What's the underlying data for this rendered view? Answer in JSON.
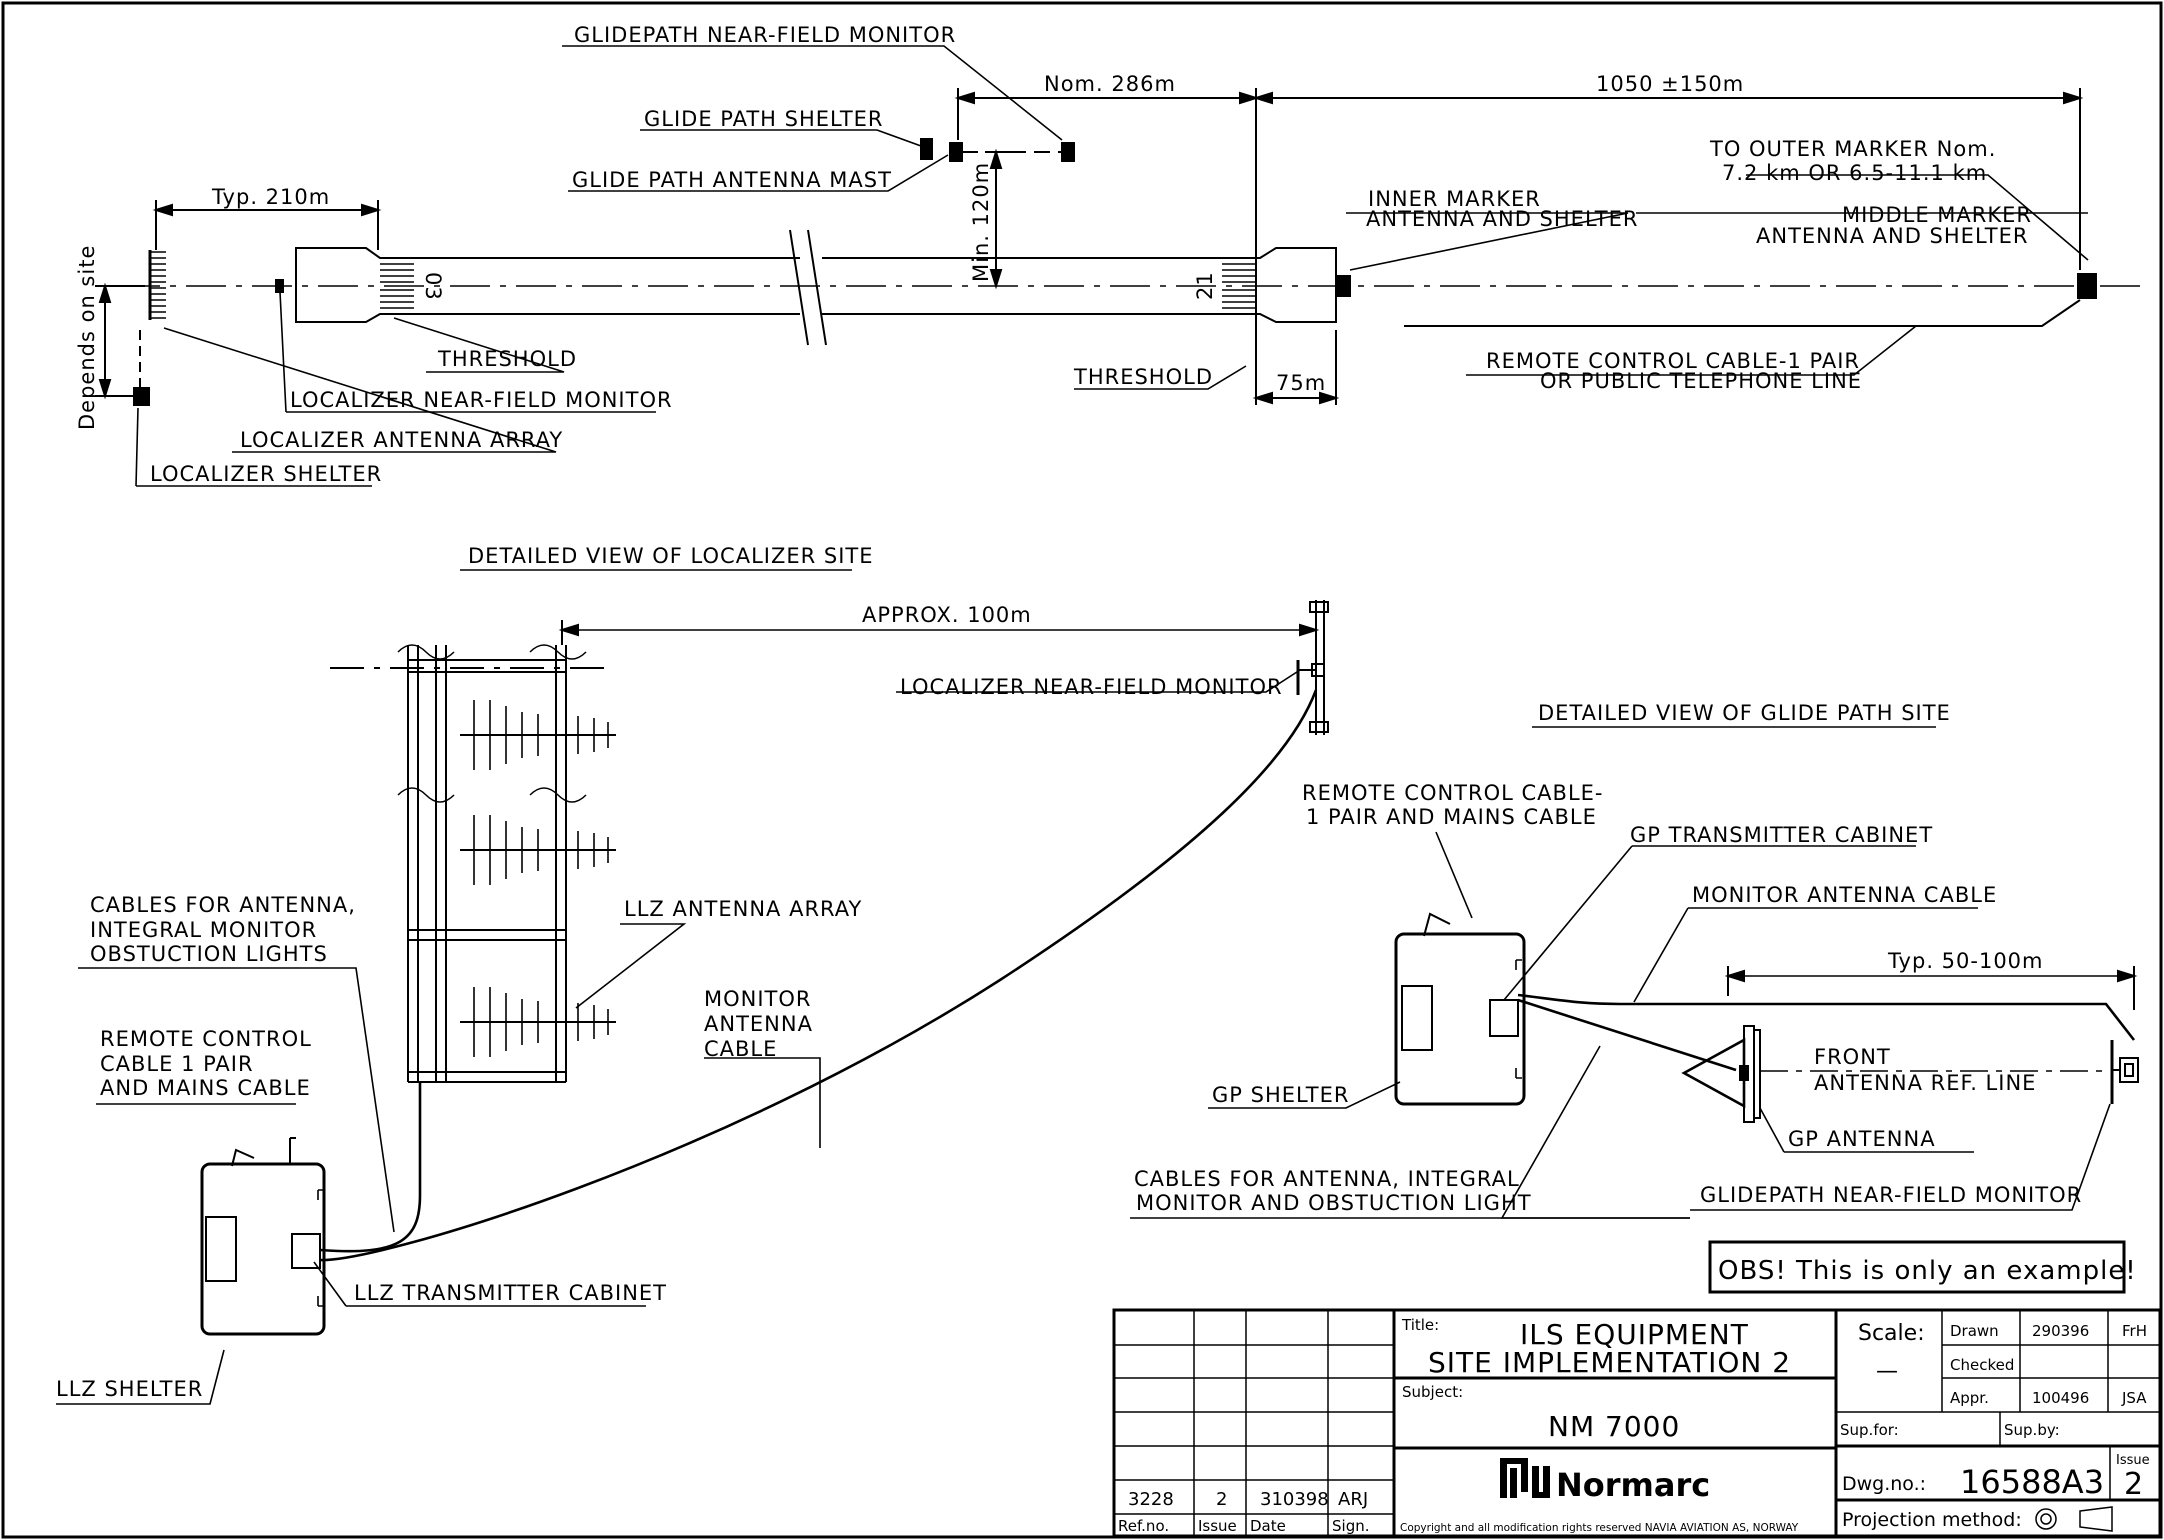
{
  "overview": {
    "glidepath_near_field_monitor": "GLIDEPATH NEAR-FIELD MONITOR",
    "glide_path_shelter": "GLIDE PATH SHELTER",
    "glide_path_antenna_mast": "GLIDE PATH ANTENNA MAST",
    "nom_286": "Nom. 286m",
    "dist_1050": "1050 ±150m",
    "outer_marker_1": "TO OUTER MARKER Nom.",
    "outer_marker_2": "7.2 km OR 6.5-11.1 km",
    "middle_marker_1": "MIDDLE MARKER",
    "middle_marker_2": "ANTENNA AND SHELTER",
    "inner_marker_1": "INNER MARKER",
    "inner_marker_2": "ANTENNA AND SHELTER",
    "typ_210": "Typ. 210m",
    "depends_on_site": "Depends on site",
    "min_120": "Min. 120m",
    "rwy_03": "03",
    "rwy_21": "21",
    "threshold_left": "THRESHOLD",
    "threshold_right": "THRESHOLD",
    "dist_75": "75m",
    "localizer_near_field_monitor": "LOCALIZER NEAR-FIELD MONITOR",
    "localizer_antenna_array": "LOCALIZER ANTENNA ARRAY",
    "localizer_shelter": "LOCALIZER SHELTER",
    "remote_cable_1": "REMOTE CONTROL CABLE-1 PAIR",
    "remote_cable_2": "OR PUBLIC TELEPHONE LINE"
  },
  "loc_detail": {
    "heading": "DETAILED VIEW OF LOCALIZER SITE",
    "approx_100": "APPROX. 100m",
    "nf_monitor": "LOCALIZER NEAR-FIELD MONITOR",
    "llz_antenna_array": "LLZ ANTENNA ARRAY",
    "cables_1": "CABLES FOR ANTENNA,",
    "cables_2": "INTEGRAL MONITOR",
    "cables_3": "OBSTUCTION LIGHTS",
    "remote_1": "REMOTE CONTROL",
    "remote_2": "CABLE 1 PAIR",
    "remote_3": "AND MAINS CABLE",
    "monitor_1": "MONITOR",
    "monitor_2": "ANTENNA",
    "monitor_3": "CABLE",
    "llz_tx_cabinet": "LLZ TRANSMITTER CABINET",
    "llz_shelter": "LLZ SHELTER"
  },
  "gp_detail": {
    "heading": "DETAILED VIEW OF GLIDE PATH SITE",
    "remote_1": "REMOTE CONTROL CABLE-",
    "remote_2": "1 PAIR AND MAINS CABLE",
    "gp_tx_cabinet": "GP TRANSMITTER CABINET",
    "monitor_cable": "MONITOR ANTENNA CABLE",
    "typ_50_100": "Typ. 50-100m",
    "front_1": "FRONT",
    "front_2": "ANTENNA REF. LINE",
    "gp_shelter": "GP SHELTER",
    "gp_antenna": "GP ANTENNA",
    "cables_1": "CABLES FOR ANTENNA, INTEGRAL",
    "cables_2": "MONITOR AND OBSTUCTION LIGHT",
    "nf_monitor": "GLIDEPATH NEAR-FIELD MONITOR"
  },
  "obs_note": "OBS! This is only an example!",
  "title_block": {
    "revision": {
      "ref": "3228",
      "issue": "2",
      "date": "310398",
      "sign": "ARJ"
    },
    "rev_headers": {
      "ref": "Ref.no.",
      "issue": "Issue",
      "date": "Date",
      "sign": "Sign."
    },
    "title_label": "Title:",
    "title_1": "ILS EQUIPMENT",
    "title_2": "SITE IMPLEMENTATION 2",
    "subject_label": "Subject:",
    "subject": "NM 7000",
    "company": "Normarc",
    "copyright": "Copyright and all modification rights reserved NAVIA AVIATION AS, NORWAY",
    "scale_label": "Scale:",
    "scale_value": "—",
    "drawn_label": "Drawn",
    "drawn_date": "290396",
    "drawn_by": "FrH",
    "checked_label": "Checked",
    "appr_label": "Appr.",
    "appr_date": "100496",
    "appr_by": "JSA",
    "sup_for": "Sup.for:",
    "sup_by": "Sup.by:",
    "dwg_label": "Dwg.no.:",
    "dwg_no": "16588A3",
    "issue_label": "Issue",
    "issue_no": "2",
    "projection": "Projection method:"
  },
  "colors": {
    "ink": "#000000",
    "paper": "#ffffff"
  }
}
